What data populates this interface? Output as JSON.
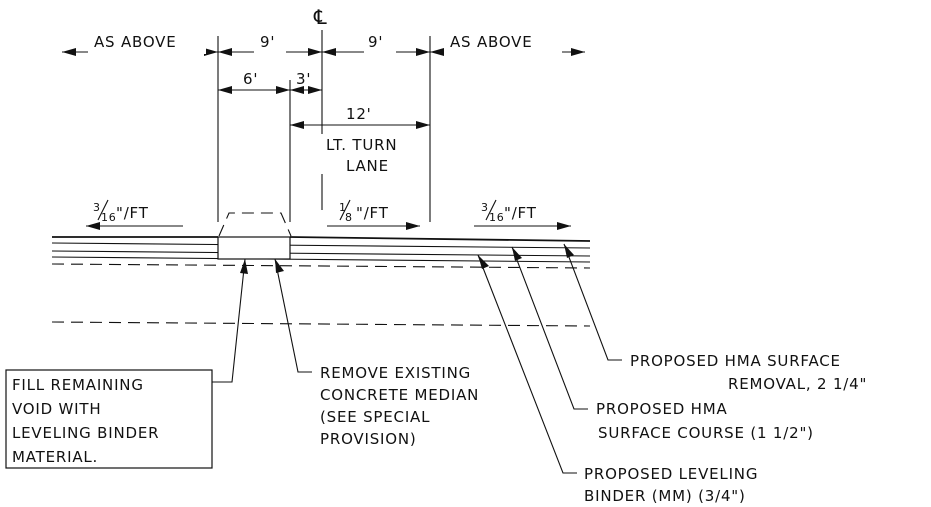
{
  "centerline_symbol": "℄",
  "dimensions": {
    "left_as_above": "AS ABOVE",
    "left_9ft": "9'",
    "right_9ft": "9'",
    "right_as_above": "AS ABOVE",
    "six_ft": "6'",
    "three_ft": "3'",
    "twelve_ft": "12'"
  },
  "turn_lane": [
    "LT. TURN",
    "LANE"
  ],
  "slopes": {
    "left": {
      "num": "3",
      "den": "16",
      "unit": "\"/FT"
    },
    "middle": {
      "num": "1",
      "den": "8",
      "unit": "\"/FT"
    },
    "right": {
      "num": "3",
      "den": "16",
      "unit": "\"/FT"
    }
  },
  "notes": {
    "fill_void": [
      "FILL REMAINING",
      "VOID WITH",
      "LEVELING BINDER",
      "MATERIAL."
    ],
    "remove_median": [
      "REMOVE EXISTING",
      "CONCRETE MEDIAN",
      "(SEE SPECIAL",
      "PROVISION)"
    ],
    "surface_removal": [
      "PROPOSED HMA SURFACE",
      "REMOVAL, 2 1/4\""
    ],
    "surface_course": [
      "PROPOSED HMA",
      "SURFACE COURSE (1 1/2\")"
    ],
    "leveling_binder": [
      "PROPOSED LEVELING",
      "BINDER (MM) (3/4\")"
    ]
  }
}
